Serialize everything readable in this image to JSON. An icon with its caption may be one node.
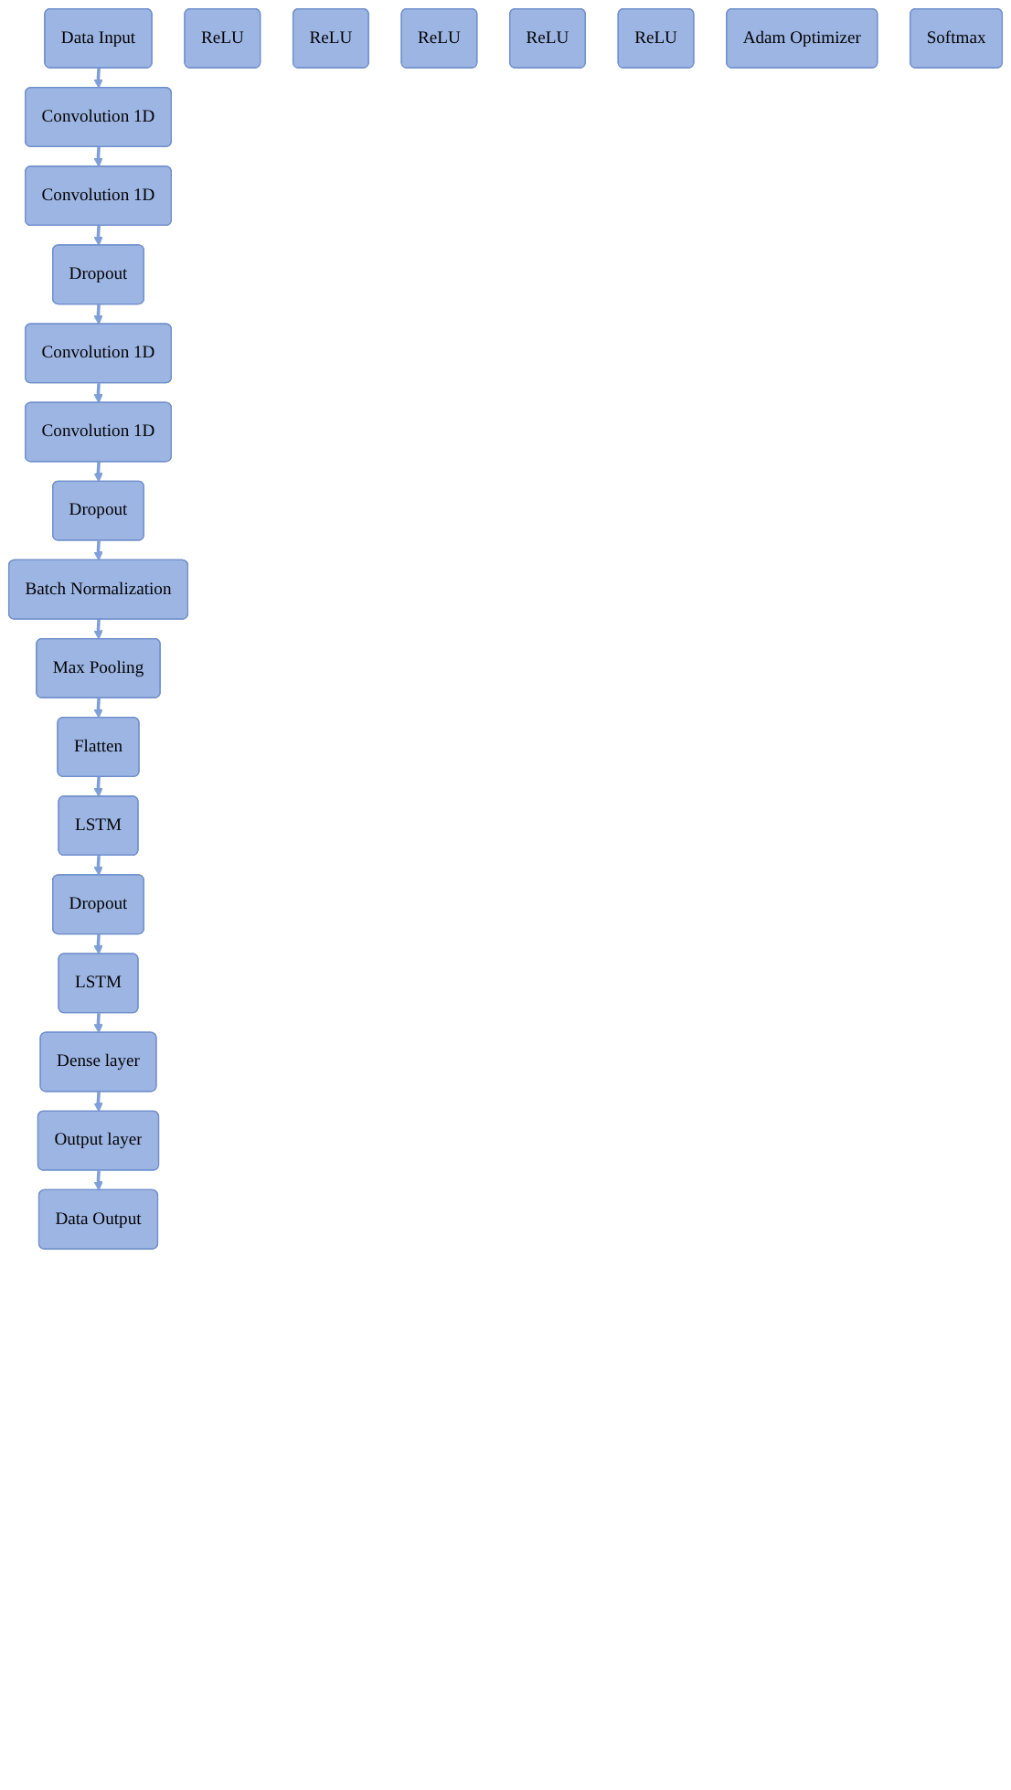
{
  "diagram": {
    "nodes": [
      {
        "text": [
          "Data Input"
        ]
      },
      {
        "text": [
          "Convolution 1D"
        ]
      },
      {
        "text": [
          "ReLU"
        ]
      },
      {
        "text": [
          "Convolution 1D"
        ]
      },
      {
        "text": [
          "ReLU"
        ]
      },
      {
        "text": [
          "Dropout"
        ]
      },
      {
        "text": [
          "Convolution 1D"
        ]
      },
      {
        "text": [
          "ReLU"
        ]
      },
      {
        "text": [
          "Convolution 1D"
        ]
      },
      {
        "text": [
          "ReLU"
        ]
      },
      {
        "text": [
          "Dropout"
        ]
      },
      {
        "text": [
          "Batch Normalization"
        ]
      },
      {
        "text": [
          "Max Pooling"
        ]
      },
      {
        "text": [
          "Flatten"
        ]
      },
      {
        "text": [
          "LSTM"
        ]
      },
      {
        "text": [
          "Dropout"
        ]
      },
      {
        "text": [
          "LSTM"
        ]
      },
      {
        "text": [
          "Dense layer"
        ]
      },
      {
        "text": [
          "ReLU"
        ]
      },
      {
        "text": [
          "Adam Optimizer"
        ]
      },
      {
        "text": [
          "Output layer"
        ]
      },
      {
        "text": [
          "Softmax"
        ]
      },
      {
        "text": [
          "Data Output"
        ]
      }
    ],
    "edges": [
      {
        "from": 0,
        "to": 1,
        "arrow": "to"
      },
      {
        "from": 1,
        "to": 3,
        "arrow": "to"
      },
      {
        "from": 3,
        "to": 5,
        "arrow": "to"
      },
      {
        "from": 5,
        "to": 6,
        "arrow": "to"
      },
      {
        "from": 6,
        "to": 8,
        "arrow": "to"
      },
      {
        "from": 8,
        "to": 10,
        "arrow": "to"
      },
      {
        "from": 10,
        "to": 11,
        "arrow": "to"
      },
      {
        "from": 11,
        "to": 12,
        "arrow": "to"
      },
      {
        "from": 12,
        "to": 13,
        "arrow": "to"
      },
      {
        "from": 13,
        "to": 14,
        "arrow": "to"
      },
      {
        "from": 14,
        "to": 15,
        "arrow": "to"
      },
      {
        "from": 15,
        "to": 16,
        "arrow": "to"
      },
      {
        "from": 16,
        "to": 17,
        "arrow": "to"
      },
      {
        "from": 17,
        "to": 20,
        "arrow": "to"
      },
      {
        "from": 20,
        "to": 22,
        "arrow": "to"
      }
    ]
  }
}
